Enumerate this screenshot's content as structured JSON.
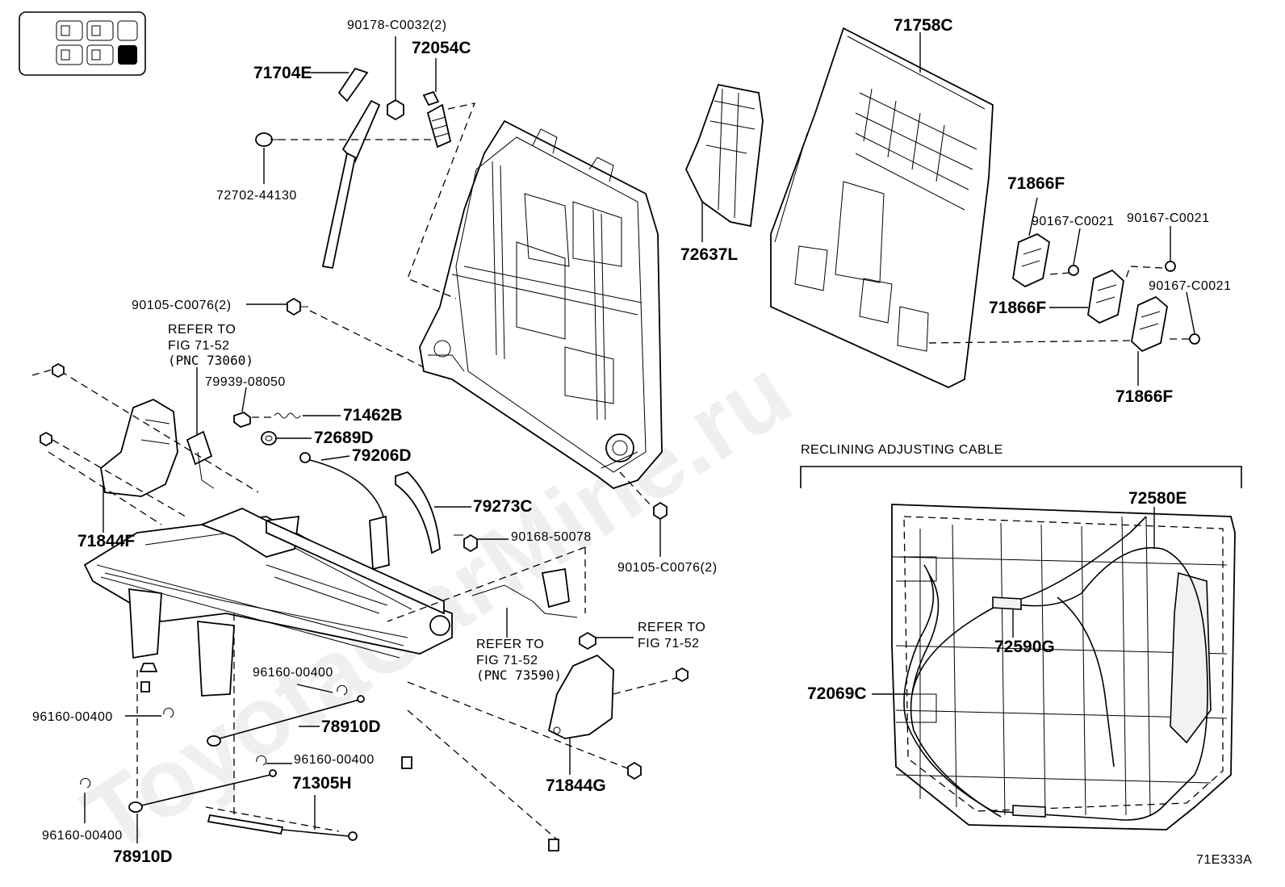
{
  "diagram_id": "71E333A",
  "locator": {
    "cells": 6,
    "active_index": 5
  },
  "section": {
    "title": "RECLINING ADJUSTING CABLE"
  },
  "labels": {
    "p71704E": "71704E",
    "p90178": "90178-C0032(2)",
    "p72054C": "72054C",
    "p72702": "72702-44130",
    "p90105a": "90105-C0076(2)",
    "p90105b": "90105-C0076(2)",
    "p71758C": "71758C",
    "p72637L": "72637L",
    "p71866F_a": "71866F",
    "p71866F_b": "71866F",
    "p71866F_c": "71866F",
    "p90167_a": "90167-C0021",
    "p90167_b": "90167-C0021",
    "p90167_c": "90167-C0021",
    "p79939": "79939-08050",
    "p71462B": "71462B",
    "p72689D": "72689D",
    "p79206D": "79206D",
    "p79273C": "79273C",
    "p90168": "90168-50078",
    "p71844F": "71844F",
    "p71844G": "71844G",
    "p96160_a": "96160-00400",
    "p96160_b": "96160-00400",
    "p96160_c": "96160-00400",
    "p96160_d": "96160-00400",
    "p78910D_a": "78910D",
    "p78910D_b": "78910D",
    "p71305H": "71305H",
    "p72580E": "72580E",
    "p72590G": "72590G",
    "p72069C": "72069C"
  },
  "refer_notes": {
    "note_a": [
      "REFER TO",
      "FIG 71-52",
      "(PNC 73060)"
    ],
    "note_b": [
      "REFER TO",
      "FIG 71-52",
      "(PNC 73590)"
    ],
    "note_c": [
      "REFER TO",
      "FIG 71-52"
    ]
  },
  "watermark": "ToyotaCarMine.ru"
}
